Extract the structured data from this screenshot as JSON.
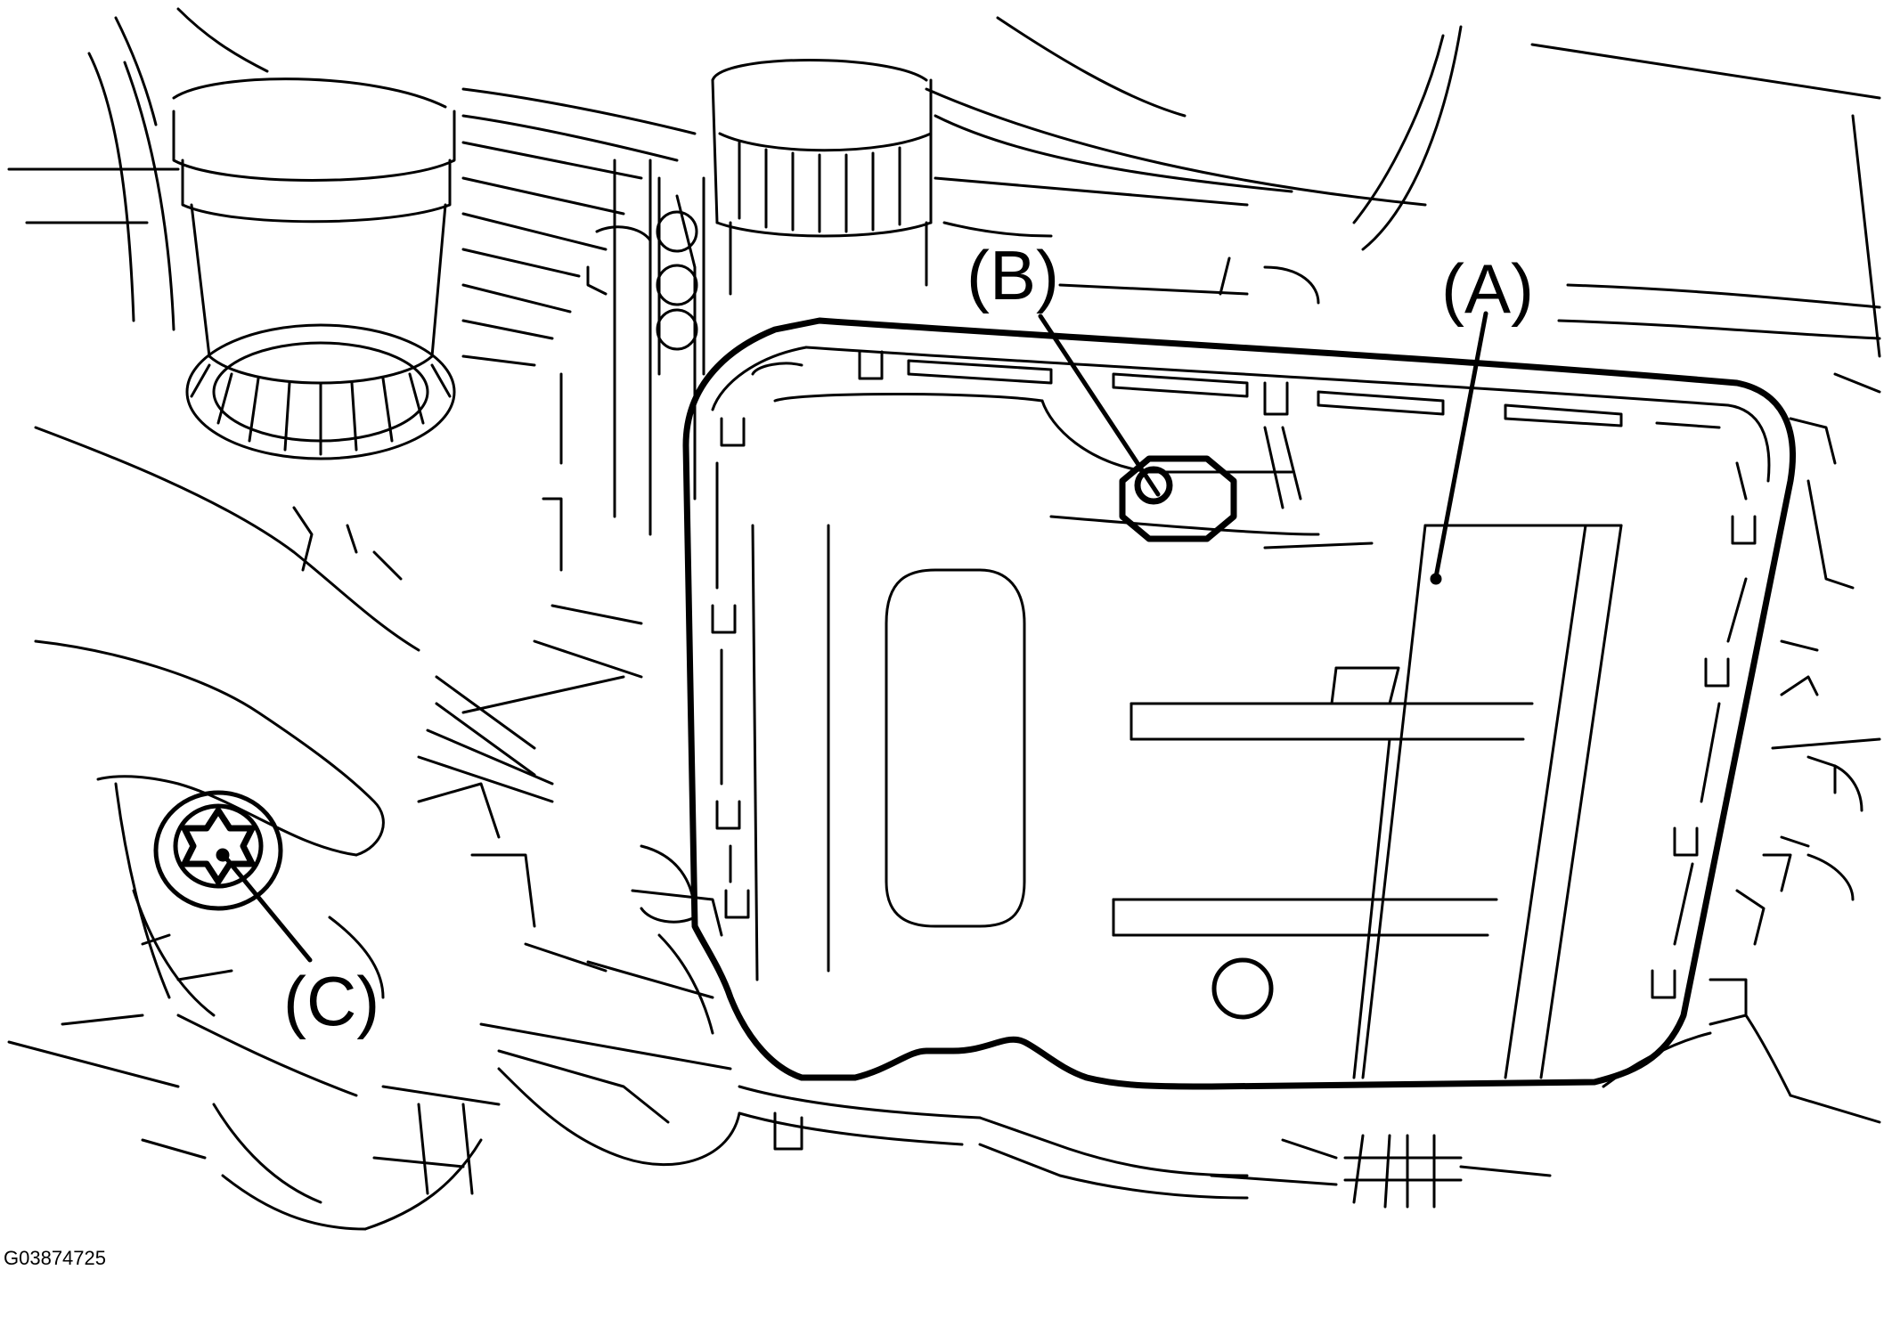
{
  "callouts": {
    "a": "(A)",
    "b": "(B)",
    "c": "(C)"
  },
  "figure_id": "G03874725"
}
